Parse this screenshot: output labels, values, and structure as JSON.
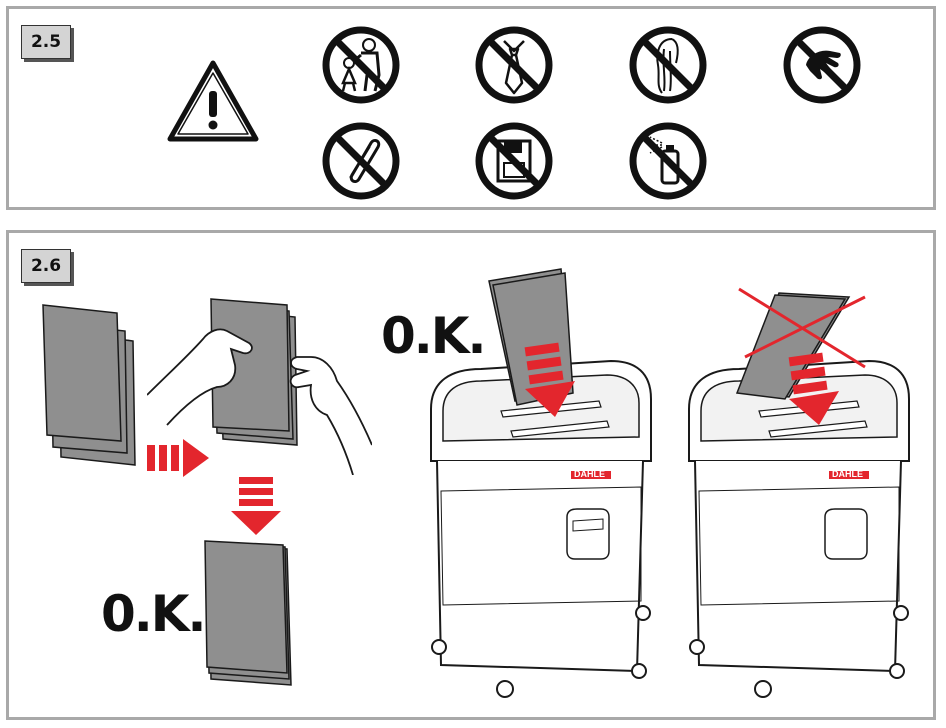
{
  "panels": {
    "step_25": {
      "label": "2.5",
      "warning_icon": "warning-triangle-icon",
      "prohibition_icons": [
        "no-children-icon",
        "no-tie-icon",
        "no-long-hair-icon",
        "no-hand-icon",
        "no-paper-clip-icon",
        "no-floppy-disk-icon",
        "no-aerosol-spray-icon"
      ]
    },
    "step_26": {
      "label": "2.6",
      "ok_label_left": "0.K.",
      "ok_label_right": "0.K.",
      "brand_label": "DAHLE"
    }
  },
  "colors": {
    "border": "#a9a9a9",
    "badge_bg": "#d4d4d4",
    "accent_red": "#e3262d",
    "paper": "#8f8f8f",
    "ink": "#1a1a1a"
  }
}
